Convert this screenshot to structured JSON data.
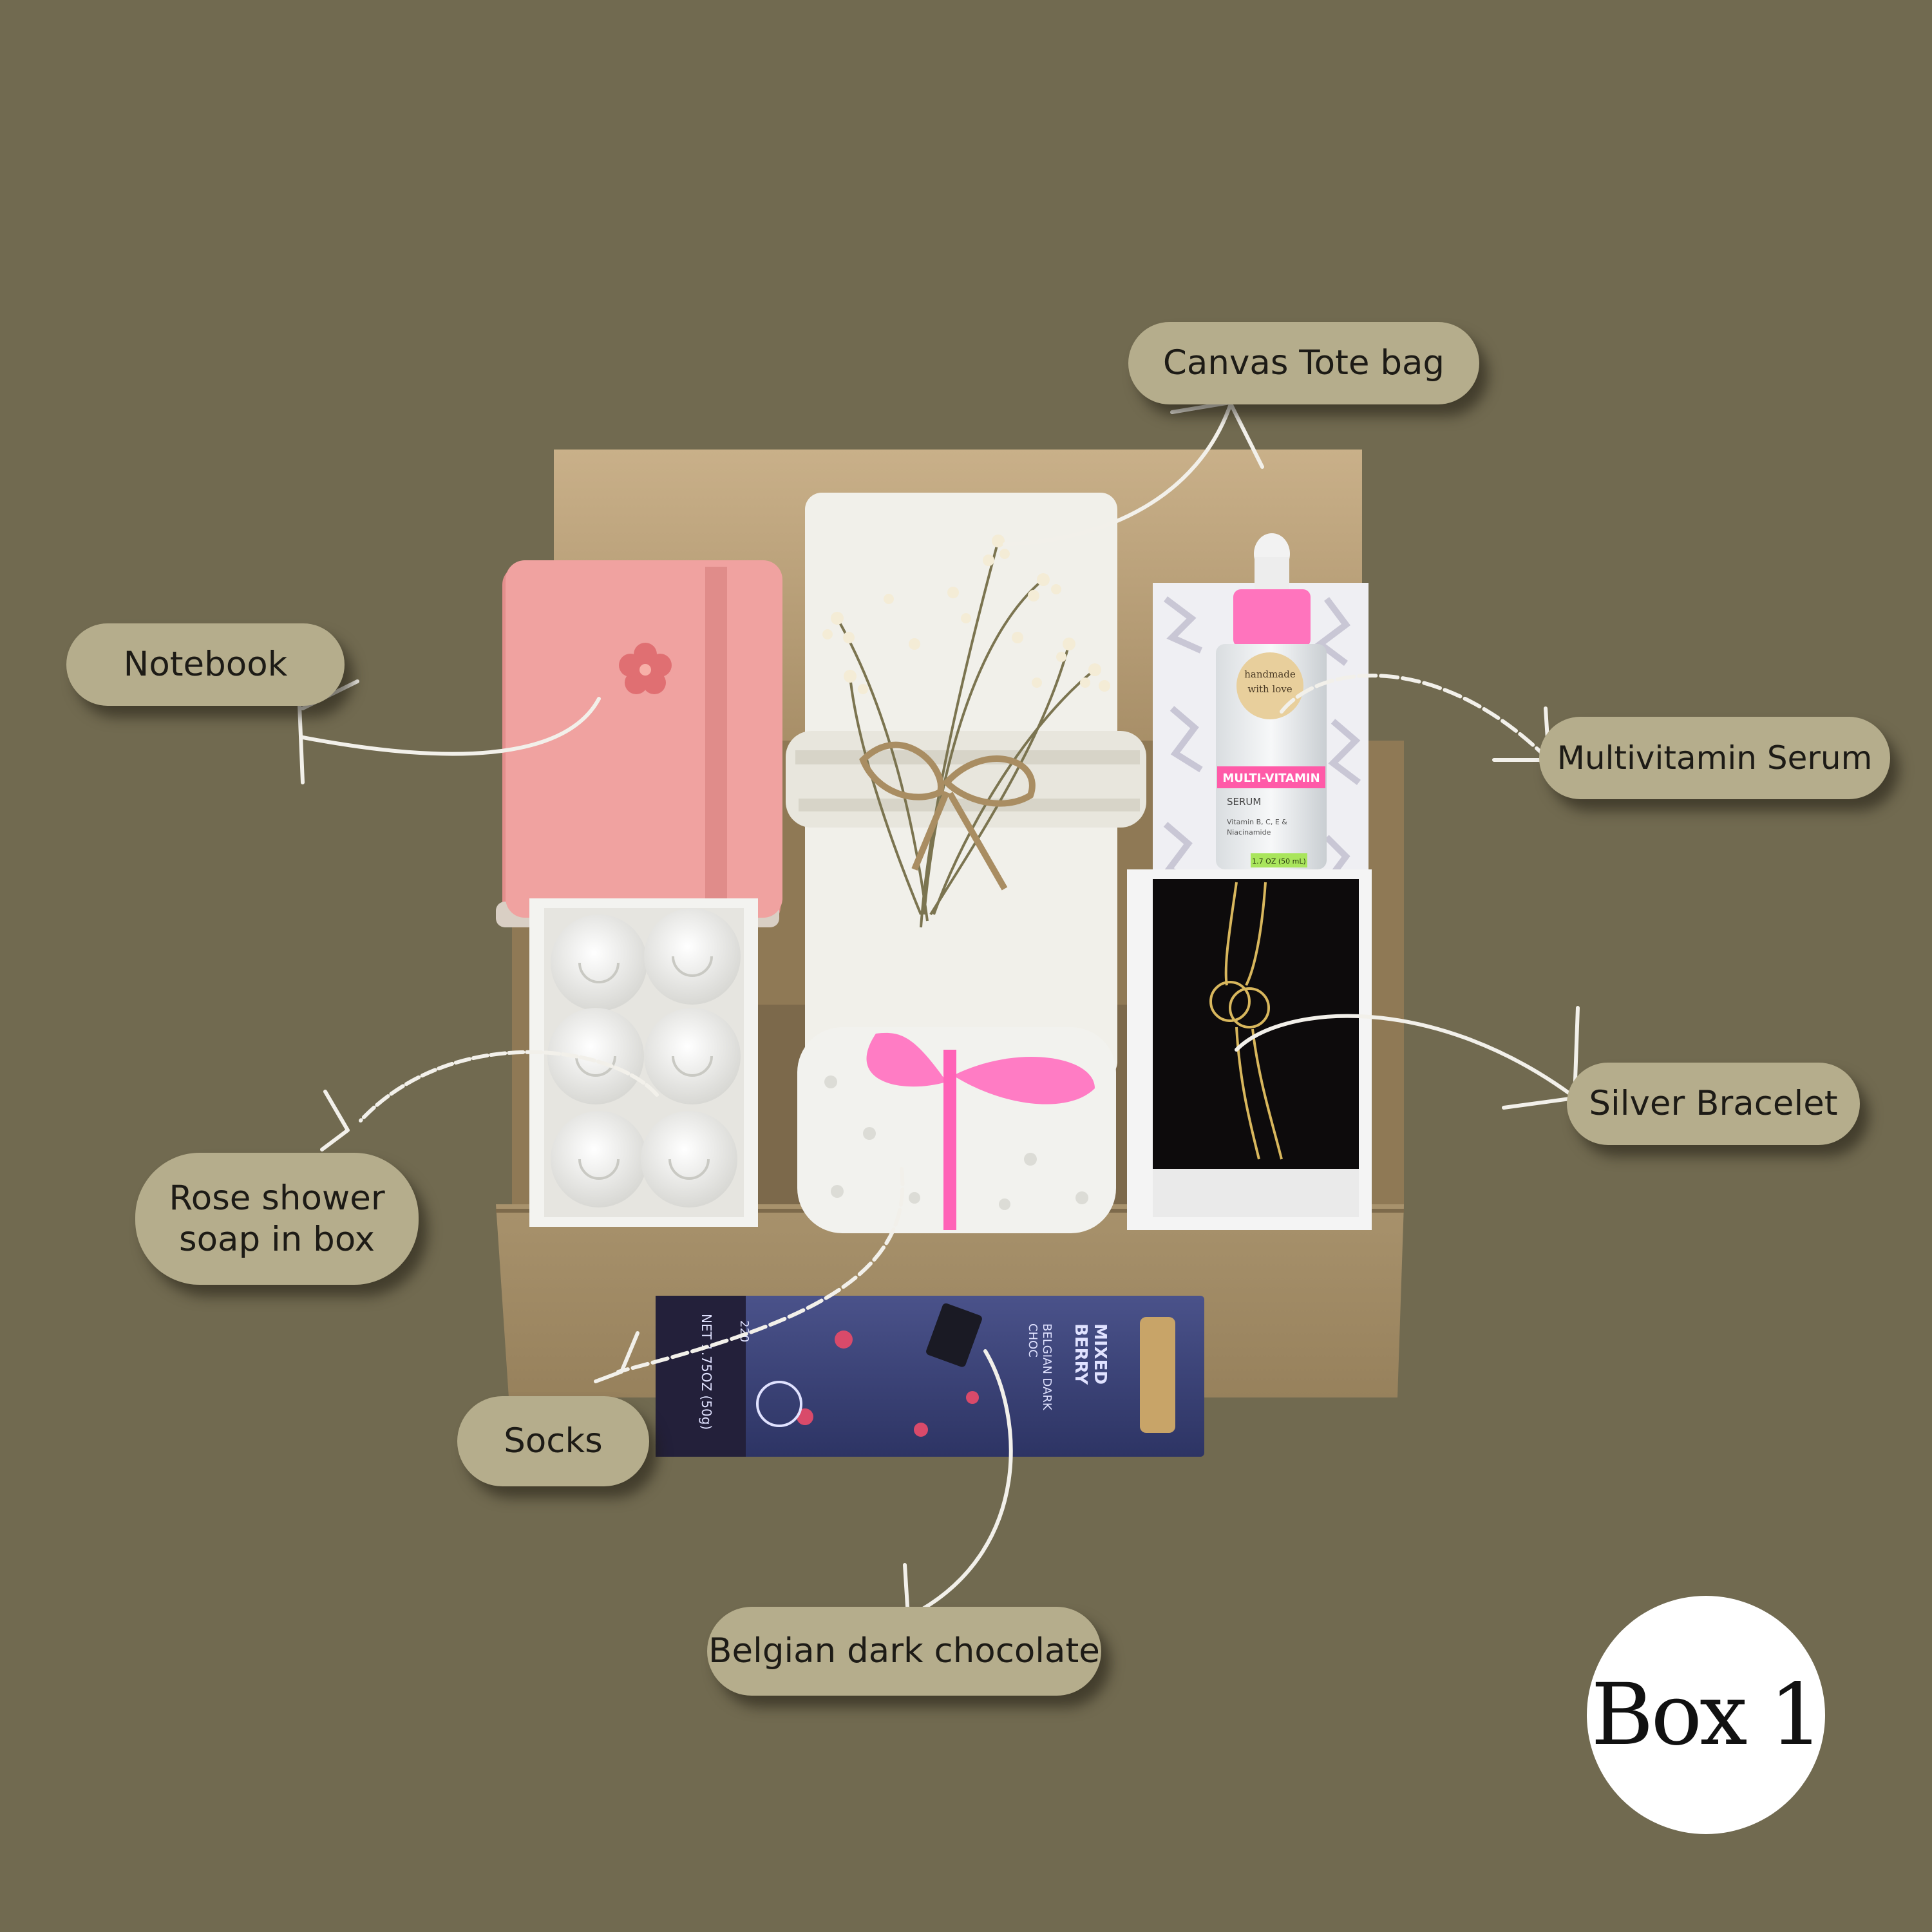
{
  "labels": {
    "notebook": "Notebook",
    "tote": "Canvas Tote bag",
    "serum": "Multivitamin Serum",
    "bracelet": "Silver Bracelet",
    "soap_line1": "Rose shower",
    "soap_line2": "soap in box",
    "socks": "Socks",
    "chocolate": "Belgian dark chocolate"
  },
  "badge": "Box 1",
  "product_text": {
    "serum_sticker_1": "handmade",
    "serum_sticker_2": "with love",
    "serum_band": "MULTI-VITAMIN",
    "serum_name": "SERUM",
    "serum_ingredients_1": "Vitamin B, C, E &",
    "serum_ingredients_2": "Niacinamide",
    "serum_volume": "1.7 OZ (50 mL)",
    "choc_brand_1": "MIXED",
    "choc_brand_2": "BERRY",
    "choc_desc_1": "BELGIAN DARK",
    "choc_desc_2": "CHOC",
    "choc_net": "NET 1.75OZ (50g)",
    "choc_cal": "220"
  },
  "colors": {
    "background": "#716a50",
    "label_pill": "#b5ad8c",
    "box_kraft": "#b19b74",
    "notebook": "#ee9b98",
    "ribbon_pink": "#ff77c2",
    "chocolate_wrap": "#3b4478"
  }
}
